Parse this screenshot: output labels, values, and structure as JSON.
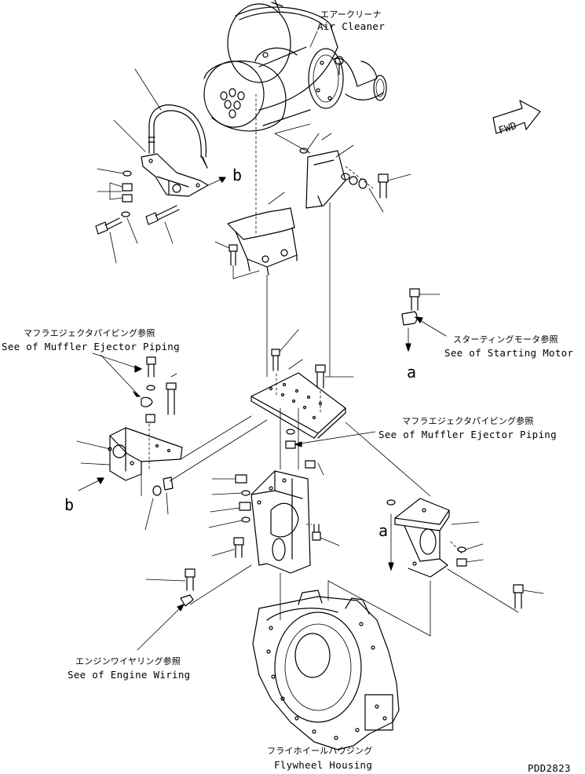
{
  "labels": {
    "air_cleaner_jp": "エアークリーナ",
    "air_cleaner_en": "Air Cleaner",
    "muffler_ref_1_jp": "マフラエジェクタパイピング参照",
    "muffler_ref_1_en": "See of Muffler Ejector Piping",
    "muffler_ref_2_jp": "マフラエジェクタパイピング参照",
    "muffler_ref_2_en": "See of Muffler Ejector Piping",
    "starting_motor_jp": "スターティングモータ参照",
    "starting_motor_en": "See of Starting Motor",
    "engine_wiring_jp": "エンジンワイヤリング参照",
    "engine_wiring_en": "See of Engine Wiring",
    "flywheel_jp": "フライホイールハウジング",
    "flywheel_en": "Flywheel Housing",
    "fwd": "FWD",
    "drawing_code": "PDD2823"
  },
  "view_markers": {
    "b_top": "b",
    "b_left": "b",
    "a_right": "a",
    "a_lower": "a"
  }
}
